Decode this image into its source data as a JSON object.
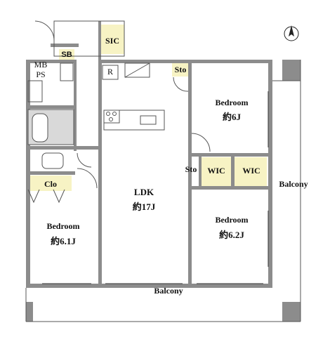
{
  "rooms": {
    "bedroom_ne": {
      "name": "Bedroom",
      "area": "約6J"
    },
    "bedroom_e": {
      "name": "Bedroom",
      "area": "約6.2J"
    },
    "bedroom_w": {
      "name": "Bedroom",
      "area": "約6.1J"
    },
    "ldk": {
      "name": "LDK",
      "area": "約17J"
    }
  },
  "storage": {
    "sic": "SIC",
    "sb": "SB",
    "mb": "MB",
    "ps": "PS",
    "r": "R",
    "sto_top": "Sto",
    "sto_mid": "Sto",
    "wic_1": "WIC",
    "wic_2": "WIC",
    "clo": "Clo"
  },
  "outdoor": {
    "balcony_south": "Balcony",
    "balcony_east": "Balcony"
  },
  "compass": {
    "letter": "N",
    "icon": "north-arrow-icon"
  },
  "colors": {
    "wall": "#8c8c8c",
    "storage_fill": "#f7f3c4",
    "wet_area": "#d9d9d9"
  }
}
